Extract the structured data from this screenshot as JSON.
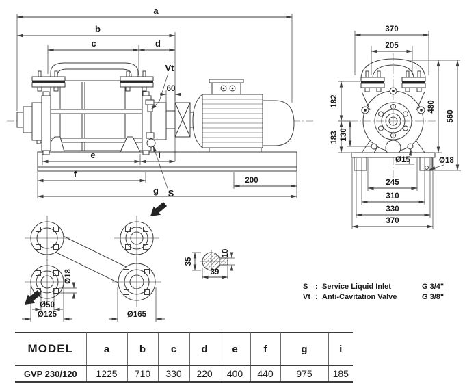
{
  "side_view": {
    "labels": {
      "a": "a",
      "b": "b",
      "c": "c",
      "d": "d",
      "e": "e",
      "f": "f",
      "g": "g",
      "i": "i",
      "vt": "Vt",
      "s": "S",
      "coupling_gap": "60",
      "motor_overhang": "200"
    }
  },
  "front_view": {
    "labels": {
      "width_top": "370",
      "port_spacing": "205",
      "h_upper": "182",
      "h_lower": "183",
      "h_foot_hole": "130",
      "h_body": "480",
      "h_total": "560",
      "foot_hole_dia": "Ø15",
      "anchor_hole_dia": "Ø18",
      "base_245": "245",
      "base_310": "310",
      "base_330": "330",
      "base_370": "370"
    }
  },
  "flange_detail": {
    "labels": {
      "bolt_hole_dia": "Ø18",
      "bore_dia": "Ø50",
      "flange_dia_small": "Ø125",
      "flange_dia_large": "Ø165"
    }
  },
  "shaft_detail": {
    "labels": {
      "height": "35",
      "width": "39",
      "key": "10"
    }
  },
  "legend": {
    "rows": [
      {
        "symbol": "S",
        "separator": ":",
        "description": "Service Liquid Inlet",
        "size": "G 3/4\""
      },
      {
        "symbol": "Vt",
        "separator": ":",
        "description": "Anti-Cavitation Valve",
        "size": "G 3/8\""
      }
    ]
  },
  "table": {
    "headers": [
      "MODEL",
      "a",
      "b",
      "c",
      "d",
      "e",
      "f",
      "g",
      "i"
    ],
    "rows": [
      [
        "GVP 230/120",
        "1225",
        "710",
        "330",
        "220",
        "400",
        "440",
        "975",
        "185"
      ]
    ]
  },
  "colors": {
    "line": "#3c3c3c",
    "text": "#1b1b1b",
    "background": "#ffffff"
  }
}
